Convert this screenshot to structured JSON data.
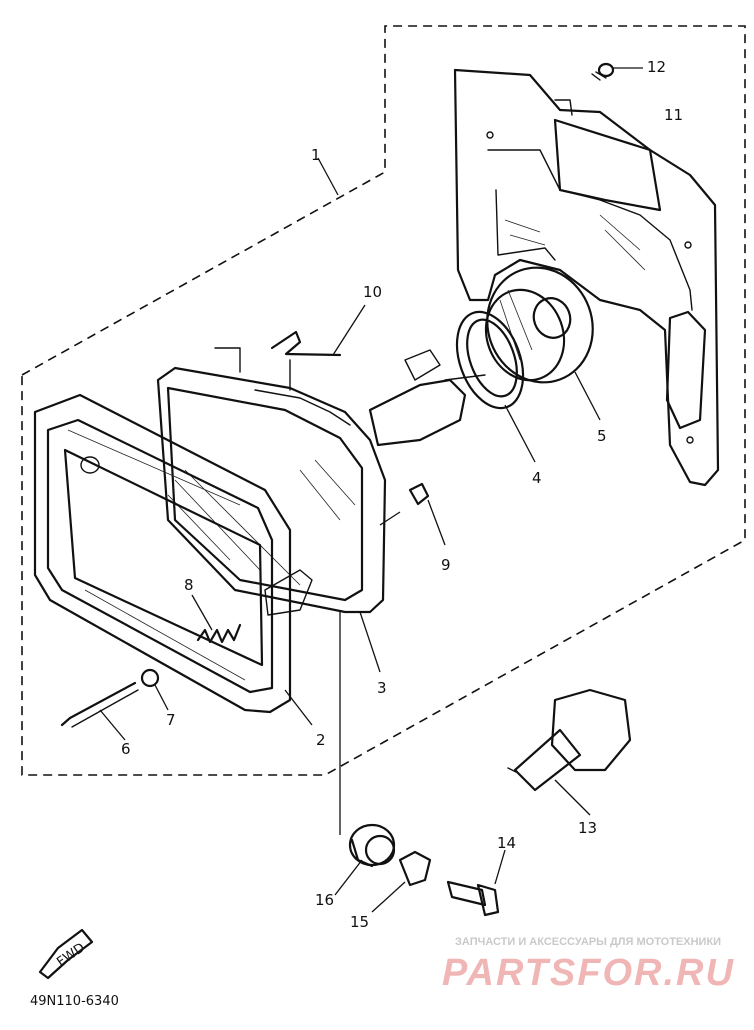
{
  "diagram": {
    "callouts": {
      "c1": "1",
      "c2": "2",
      "c3": "3",
      "c4": "4",
      "c5": "5",
      "c6": "6",
      "c7": "7",
      "c8": "8",
      "c9": "9",
      "c10": "10",
      "c11": "11",
      "c12": "12",
      "c13": "13",
      "c14": "14",
      "c15": "15",
      "c16": "16"
    },
    "fwd_label": "FWD",
    "part_code": "49N110-6340"
  },
  "watermark": {
    "caption": "ЗАПЧАСТИ И АКСЕССУАРЫ ДЛЯ МОТОТЕХНИКИ",
    "brand": "PARTSFOR.RU",
    "brand_color": "#d32f2f"
  }
}
